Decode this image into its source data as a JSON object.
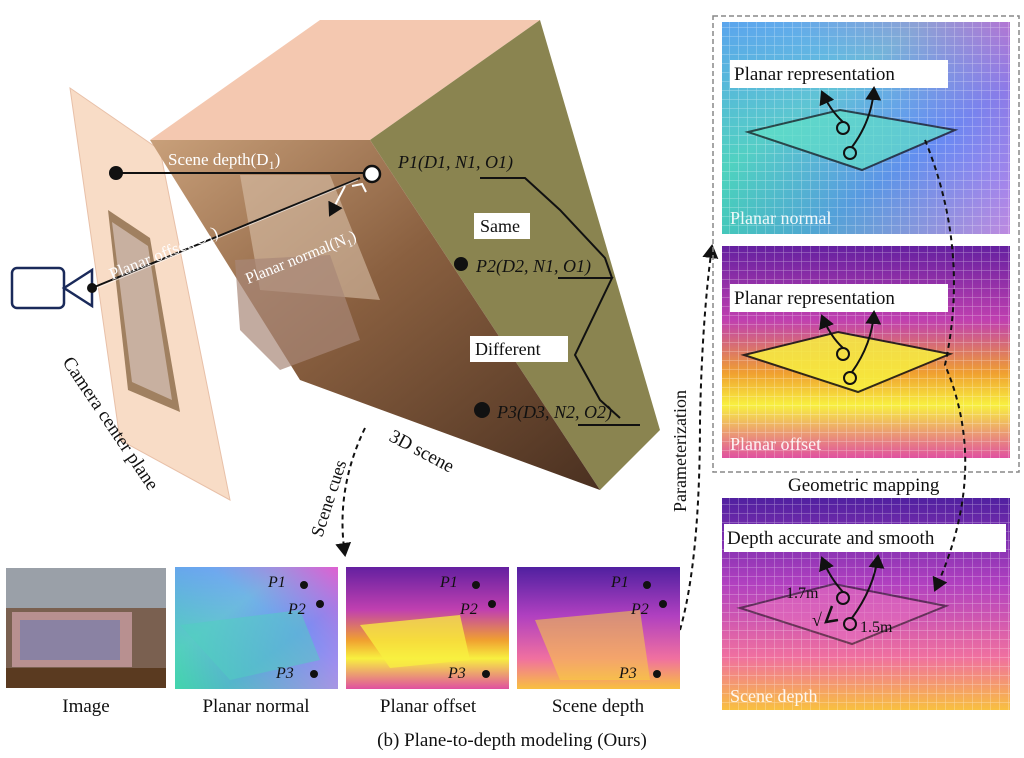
{
  "scene": {
    "scene_depth_label": "Scene depth(D",
    "scene_depth_sub": "1",
    "planar_offset_label": "Planar offset(O",
    "planar_offset_sub": "1",
    "planar_normal_label": "Planar normal(N",
    "planar_normal_sub": "1",
    "camera_plane_label": "Camera center plane",
    "scene_label": "3D scene",
    "scene_cues_label": "Scene cues",
    "parameterization_label": "Parameterization",
    "same_label": "Same",
    "different_label": "Different",
    "p1_text": "P1(D1, N1, O1)",
    "p2_text": "P2(D2, N1, O1)",
    "p3_text": "P3(D3, N2, O2)"
  },
  "bottom_panels": [
    {
      "label": "Image"
    },
    {
      "label": "Planar normal"
    },
    {
      "label": "Planar offset"
    },
    {
      "label": "Scene depth"
    }
  ],
  "point_labels": [
    "P1",
    "P2",
    "P3"
  ],
  "right_panels": {
    "normal_box_title": "Planar representation",
    "normal_tag": "Planar normal",
    "offset_box_title": "Planar representation",
    "offset_tag": "Planar offset",
    "mapping_label": "Geometric mapping",
    "depth_box_title": "Depth accurate and smooth",
    "depth_tag": "Scene depth",
    "depth_value_1": "1.7m",
    "depth_value_2": "1.5m",
    "check_mark": "√"
  },
  "caption": "(b) Plane-to-depth modeling (Ours)"
}
